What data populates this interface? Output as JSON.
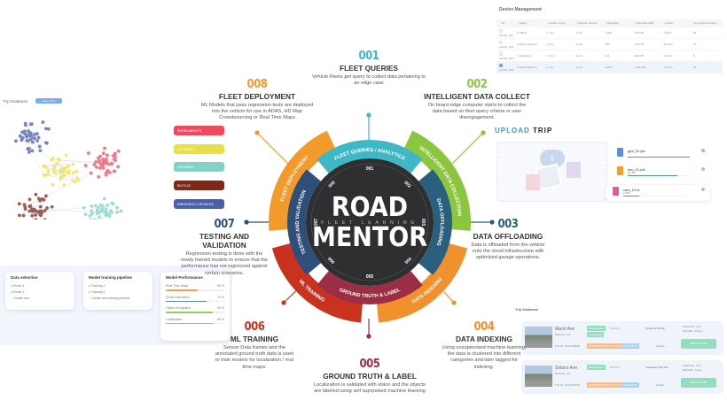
{
  "center": {
    "line1": "ROAD",
    "tagline": "FLEET LEARNING",
    "line2": "MENTOR"
  },
  "steps": [
    {
      "num": "001",
      "title": "FLEET QUERIES",
      "ring": "FLEET QUERIES / ANALYTICS",
      "desc": "Vehicle Fleets get query to collect data pertaining to an edge case",
      "color": "#3fb8c6"
    },
    {
      "num": "002",
      "title": "INTELLIGENT DATA COLLECT",
      "ring": "INTELLIGENT DATA COLLECTION",
      "desc": "On board edge computer starts to collect the data based on fleet query criteria or user disengagement.",
      "color": "#8cc63f"
    },
    {
      "num": "003",
      "title": "DATA OFFLOADING",
      "ring": "DATA OFFLOADING",
      "desc": "Data is offloaded from the vehicle onto the cloud infrastructure with optimized garage operations.",
      "color": "#2b5f7e"
    },
    {
      "num": "004",
      "title": "DATA INDEXING",
      "ring": "DATA INDEXING",
      "desc": "Using unsupervised machine learning, the data is clustered into different categories and later tagged for indexing.",
      "color": "#f0912e"
    },
    {
      "num": "005",
      "title": "GROUND TRUTH & LABEL",
      "ring": "GROUND TRUTH & LABEL",
      "desc": "Localization is validated with vision and the objects are labeled using self suprpvised machine learning",
      "color": "#9b2d45"
    },
    {
      "num": "006",
      "title": "ML TRAINING",
      "ring": "ML TRAINING",
      "desc": "Sensor Data frames and the annotated ground truth data is used to train models for localization / real time maps.",
      "color": "#c8321e"
    },
    {
      "num": "007",
      "title": "TESTING AND VALIDATION",
      "ring": "TESTING AND VALIDATION",
      "desc": "Regression testing is done with the newly trained models to ensure that the performance has not regressed against certain scenarios.",
      "color": "#2e4f7a"
    },
    {
      "num": "008",
      "title": "FLEET DEPLOYMENT",
      "ring": "FLEET DEPLOYMENT",
      "desc": "ML Models that pass regression tests are deployed into the vehicle for use in ADAS, HD Map Crowdsourcing or Real Time Maps",
      "color": "#f39a2b"
    }
  ],
  "trip_db_left": {
    "title": "Trip Database",
    "button": "Query Web",
    "legend": [
      {
        "label": "ROUNDABOUTS",
        "color": "#ee4a5e"
      },
      {
        "label": "ON RAMPS",
        "color": "#e8e046"
      },
      {
        "label": "HIGHWAYS",
        "color": "#7fd3c8"
      },
      {
        "label": "BICYCLE",
        "color": "#7a2a1a"
      },
      {
        "label": "EMERGENCY VEHICLES",
        "color": "#4a5fa8"
      }
    ]
  },
  "device_mgmt": {
    "title": "Device Management",
    "columns": [
      "ID",
      "Status",
      "Update Config",
      "Software Version",
      "Total Miles",
      "Total Data (GB)",
      "Uptime",
      "Connected Devices"
    ],
    "rows": [
      {
        "id": "vehicle_001",
        "status": "Offline",
        "status_color": "#e04a4a",
        "config": "Config",
        "version": "v2.12",
        "miles": "1,298",
        "data": "750 GB",
        "uptime": "Offline",
        "devices": "24",
        "selected": false
      },
      {
        "id": "vehicle_002",
        "status": "Data Collection",
        "status_color": "#3cbf7a",
        "config": "Config",
        "version": "v2.12",
        "miles": "592",
        "data": "120 GB",
        "uptime": "8 hours",
        "devices": "15",
        "selected": false
      },
      {
        "id": "vehicle_003",
        "status": "Uploading",
        "status_color": "#e8c43c",
        "config": "Config",
        "version": "v2.12",
        "miles": "113",
        "data": "190 GB",
        "uptime": "7 hours",
        "devices": "8",
        "selected": false
      },
      {
        "id": "vehicle_004",
        "status": "Data Collection",
        "status_color": "#3cbf7a",
        "config": "Config",
        "version": "v2.12",
        "miles": "4,203",
        "data": "1,300 GB",
        "uptime": "9 hours",
        "devices": "30",
        "selected": true
      }
    ]
  },
  "upload": {
    "title_a": "UPLOAD",
    "title_b": "TRIP",
    "files": [
      {
        "name": "gps_01.pkt",
        "size": "",
        "progress": 100,
        "color": "#5b8fd8"
      },
      {
        "name": "imu_01.pkt",
        "size": "221 KB",
        "progress": 80,
        "color": "#f0a030"
      },
      {
        "name": "cam_01.ts",
        "size": "14 MB",
        "progress": 25,
        "color": "#e85a9a"
      }
    ]
  },
  "panels": {
    "data_selection": {
      "title": "Data selection",
      "items": [
        "Route 1",
        "Route 2",
        "Create new"
      ]
    },
    "pipeline": {
      "title": "Model training pipeline",
      "items": [
        "Training 1",
        "Training 2",
        "Create new training pipeline"
      ]
    },
    "performance": {
      "title": "Model Performance",
      "metrics": [
        {
          "label": "Real Time Maps",
          "value": "55 %",
          "pct": 55,
          "color": "#f0a050"
        },
        {
          "label": "Route Estimation",
          "value": "70 %",
          "pct": 70,
          "color": "#5b7fd8"
        },
        {
          "label": "Object recognition",
          "value": "80 %",
          "pct": 80,
          "color": "#8cd35a"
        },
        {
          "label": "Localization",
          "value": "80 %",
          "pct": 80,
          "color": "#8cd35a"
        }
      ]
    }
  },
  "trip_db_right": {
    "title": "Trip Database",
    "trips": [
      {
        "street": "Marin Ave",
        "city": "Berkeley, CA",
        "tag1": "Data Upload",
        "tag2": "Processing",
        "dist": "10.3 km",
        "time": "Today 10:45 AM",
        "vehicle": "VEHICLE - 001",
        "driver": "DRIVER - Roger",
        "id": "Trip ID - 230-328938",
        "tag3": "ROUNDABOUTS, ON RAMPS",
        "tag4": "HIGHWAYS",
        "details": "Details",
        "replay": "REPLAY TRIP"
      },
      {
        "street": "Solano Ave",
        "city": "Berkeley, CA",
        "tag1": "Data Upload",
        "dist": "10.2 km",
        "time": "Yesterday 5:30 AM",
        "vehicle": "VEHICLE - 001",
        "driver": "DRIVER - Roger",
        "id": "Trip ID - 230-328939",
        "tag3": "ROUNDABOUTS, ON RAMPS",
        "tag4": "HIGHWAYS",
        "details": "Details",
        "replay": "REPLAY TRIP"
      }
    ]
  }
}
